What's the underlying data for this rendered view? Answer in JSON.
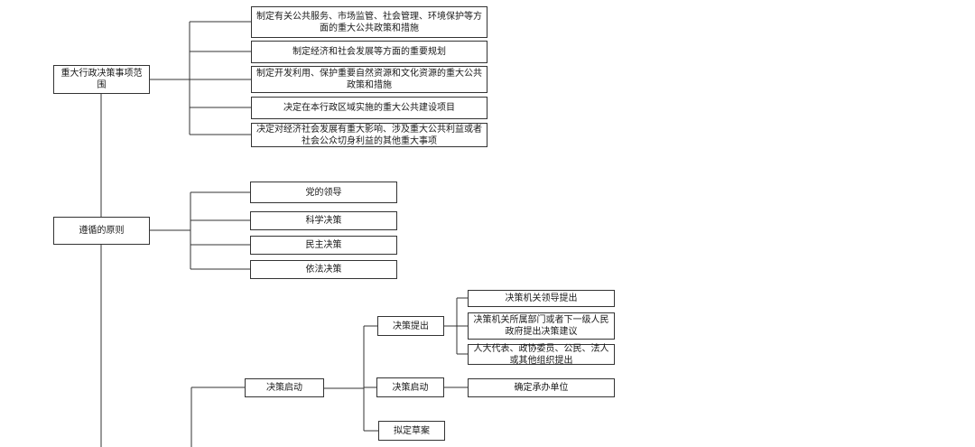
{
  "categories": [
    {
      "label": "重大行政决策事项范围",
      "items": [
        "制定有关公共服务、市场监管、社会管理、环境保护等方面的重大公共政策和措施",
        "制定经济和社会发展等方面的重要规划",
        "制定开发利用、保护重要自然资源和文化资源的重大公共政策和措施",
        "决定在本行政区域实施的重大公共建设项目",
        "决定对经济社会发展有重大影响、涉及重大公共利益或者社会公众切身利益的其他重大事项"
      ]
    },
    {
      "label": "遵循的原则",
      "items": [
        "党的领导",
        "科学决策",
        "民主决策",
        "依法决策"
      ]
    }
  ],
  "procedure": {
    "label": "决策启动",
    "steps": [
      {
        "label": "决策提出",
        "items": [
          "决策机关领导提出",
          "决策机关所属部门或者下一级人民政府提出决策建议",
          "人大代表、政协委员、公民、法人或其他组织提出"
        ]
      },
      {
        "label": "决策启动",
        "items": [
          "确定承办单位"
        ]
      },
      {
        "label": "拟定草案",
        "items": []
      }
    ]
  }
}
